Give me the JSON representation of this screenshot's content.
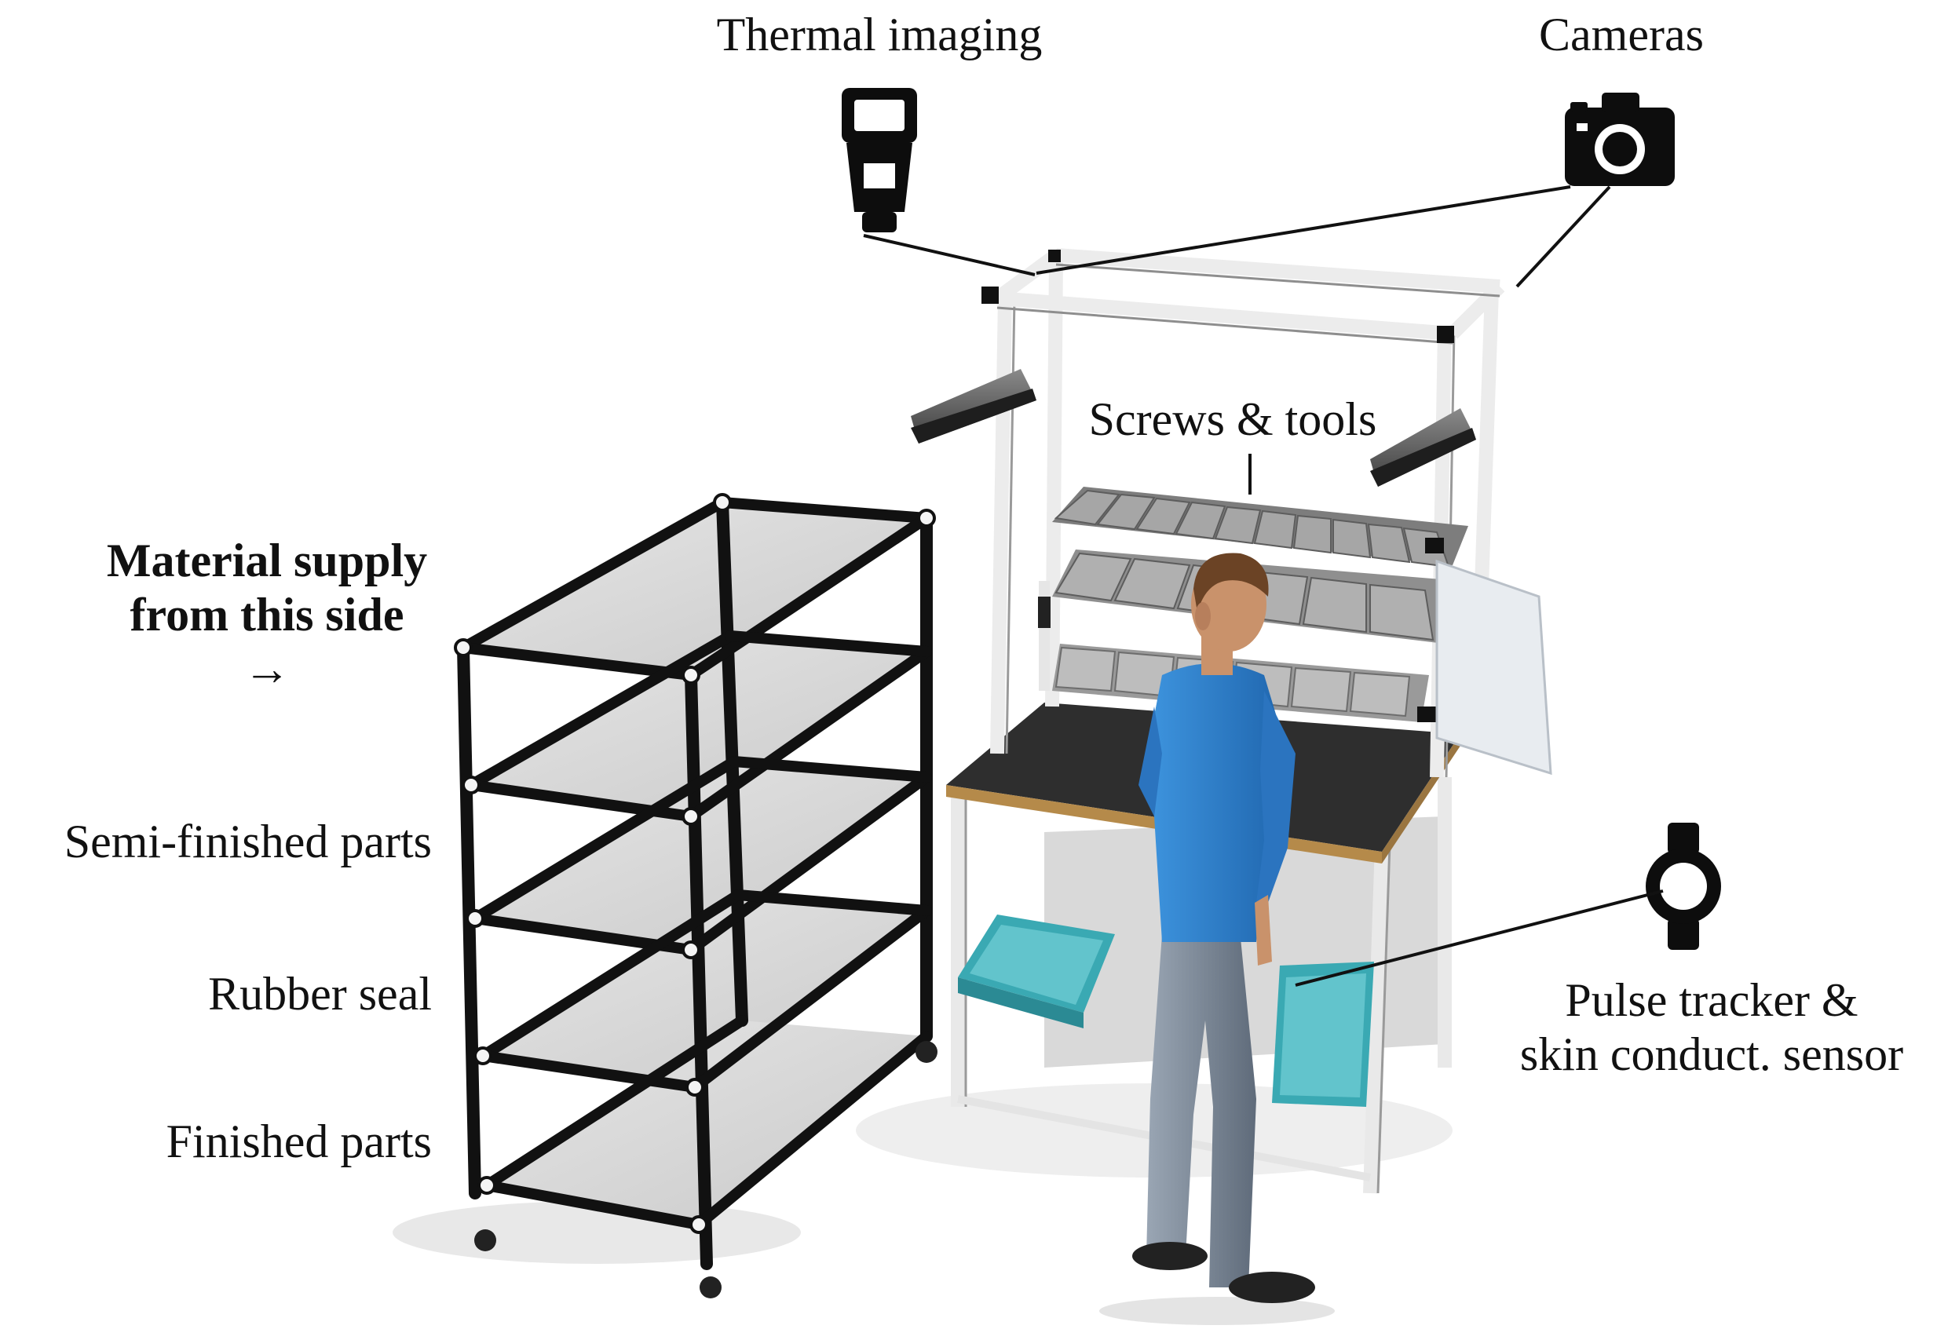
{
  "labels": {
    "thermal_imaging": "Thermal imaging",
    "cameras": "Cameras",
    "screws_tools": "Screws & tools",
    "material_supply_line1": "Material supply",
    "material_supply_line2": "from this side",
    "material_supply_arrow": "→",
    "semi_finished": "Semi-finished parts",
    "rubber_seal": "Rubber seal",
    "finished_parts": "Finished parts",
    "pulse_tracker_line1": "Pulse tracker &",
    "pulse_tracker_line2": "skin conduct. sensor"
  },
  "icons": {
    "thermal": "thermal-imaging-icon",
    "camera": "camera-icon",
    "watch": "smartwatch-icon"
  },
  "colors": {
    "frame_dark": "#111111",
    "frame_light": "#f2f2f2",
    "shelf": "#d8d8d8",
    "bench_top": "#2e2e2e",
    "bench_edge": "#b58a4a",
    "bin_gray": "#8c8c8c",
    "tray_teal": "#3aa9b3",
    "shirt_blue": "#2a7fd0",
    "jeans": "#7d8a99",
    "skin": "#c9926b",
    "hair": "#6b4325"
  }
}
